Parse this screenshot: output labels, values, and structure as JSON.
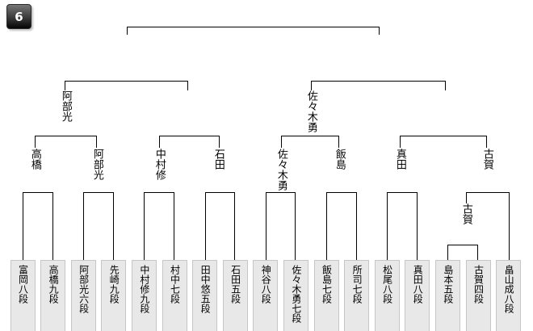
{
  "page": {
    "badge_label": "6"
  },
  "bracket": {
    "semifinal_winners": [
      "阿部光",
      "佐々木勇"
    ],
    "quarterfinal_winners": [
      "高橋",
      "阿部光",
      "中村修",
      "石田",
      "佐々木勇",
      "飯島",
      "真田",
      "古賀"
    ],
    "first_round_winner": "古賀",
    "players": [
      "富岡八段",
      "高橋九段",
      "阿部光六段",
      "先崎九段",
      "中村修九段",
      "村中七段",
      "田中悠五段",
      "石田五段",
      "神谷八段",
      "佐々木勇七段",
      "飯島七段",
      "所司七段",
      "松尾八段",
      "真田八段",
      "島本五段",
      "古賀四段",
      "畠山成八段"
    ],
    "colors": {
      "line": "#000000",
      "box_fill": "#e8e8e8",
      "box_border": "#c6c6c6",
      "badge_top": "#767676",
      "badge_bottom": "#050505",
      "text": "#000000"
    }
  }
}
